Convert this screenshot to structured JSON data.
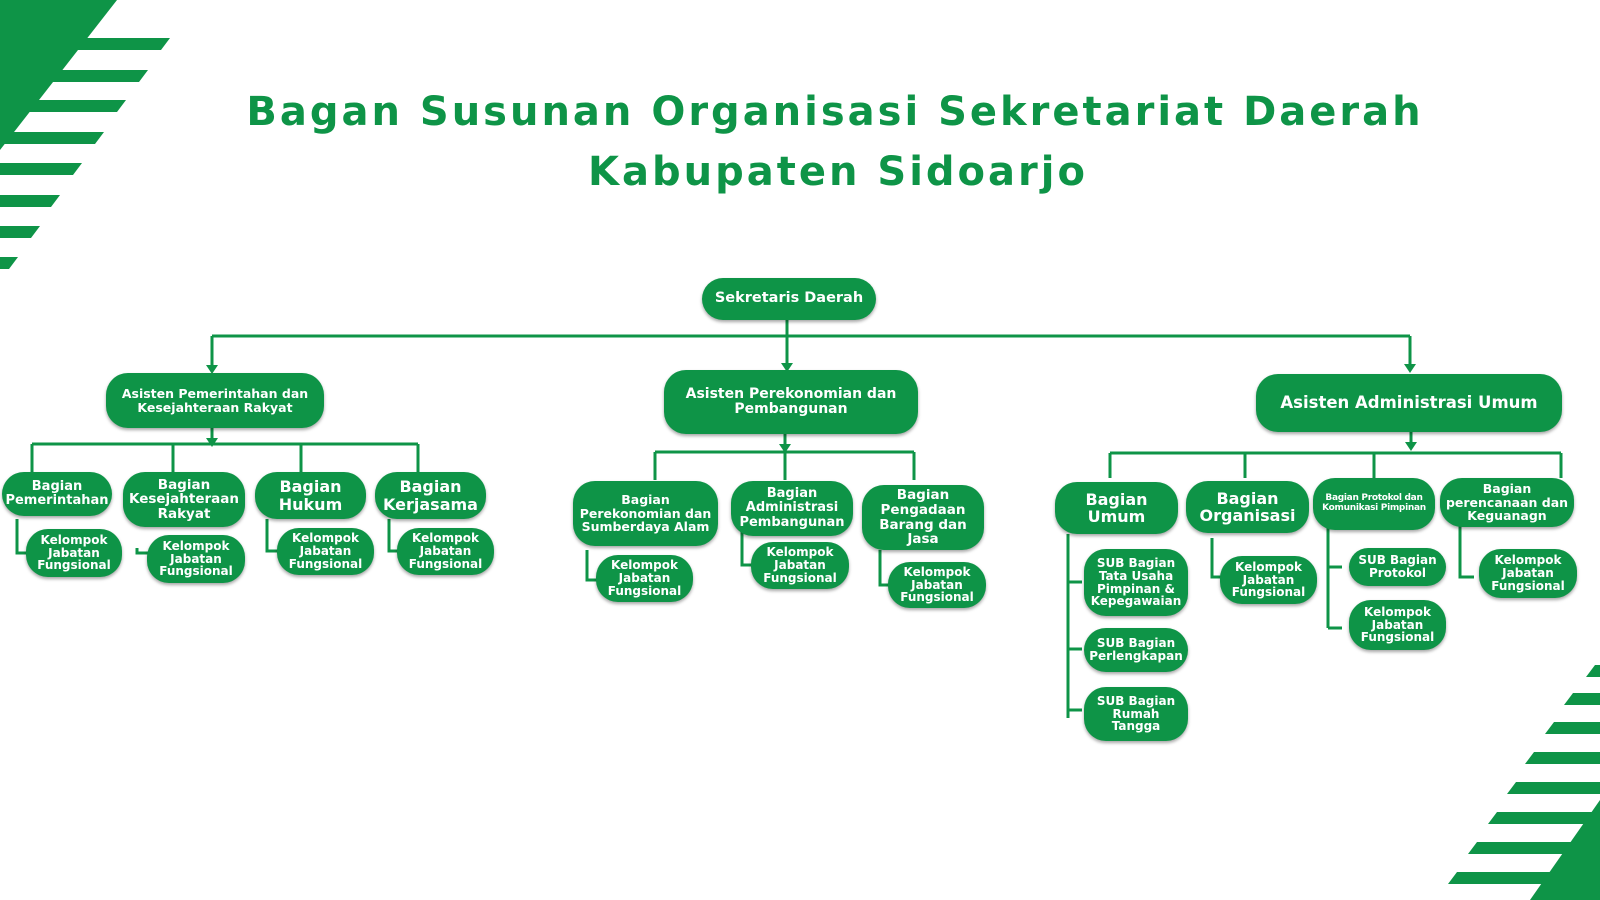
{
  "colors": {
    "primary": "#0e9447",
    "background": "#ffffff"
  },
  "title": {
    "line1": "Bagan Susunan Organisasi Sekretariat Daerah",
    "line2": "Kabupaten Sidoarjo"
  },
  "org": {
    "root": "Sekretaris Daerah",
    "asisten": [
      {
        "label": "Asisten Pemerintahan dan Kesejahteraan Rakyat",
        "bagian": [
          {
            "label": "Bagian Pemerintahan",
            "children": [
              "Kelompok Jabatan Fungsional"
            ]
          },
          {
            "label": "Bagian Kesejahteraan Rakyat",
            "children": [
              "Kelompok Jabatan Fungsional"
            ]
          },
          {
            "label": "Bagian Hukum",
            "children": [
              "Kelompok Jabatan Fungsional"
            ]
          },
          {
            "label": "Bagian Kerjasama",
            "children": [
              "Kelompok Jabatan Fungsional"
            ]
          }
        ]
      },
      {
        "label": "Asisten Perekonomian dan Pembangunan",
        "bagian": [
          {
            "label": "Bagian Perekonomian dan Sumberdaya Alam",
            "children": [
              "Kelompok Jabatan Fungsional"
            ]
          },
          {
            "label": "Bagian Administrasi Pembangunan",
            "children": [
              "Kelompok Jabatan Fungsional"
            ]
          },
          {
            "label": "Bagian Pengadaan Barang dan Jasa",
            "children": [
              "Kelompok Jabatan Fungsional"
            ]
          }
        ]
      },
      {
        "label": "Asisten Administrasi Umum",
        "bagian": [
          {
            "label": "Bagian Umum",
            "children": [
              "SUB Bagian Tata Usaha Pimpinan & Kepegawaian",
              "SUB Bagian Perlengkapan",
              "SUB Bagian Rumah Tangga"
            ]
          },
          {
            "label": "Bagian Organisasi",
            "children": [
              "Kelompok Jabatan Fungsional"
            ]
          },
          {
            "label": "Bagian Protokol dan Komunikasi Pimpinan",
            "children": [
              "SUB Bagian Protokol",
              "Kelompok Jabatan Fungsional"
            ]
          },
          {
            "label": "Bagian perencanaan dan Keguanagn",
            "children": [
              "Kelompok Jabatan Fungsional"
            ]
          }
        ]
      }
    ]
  }
}
